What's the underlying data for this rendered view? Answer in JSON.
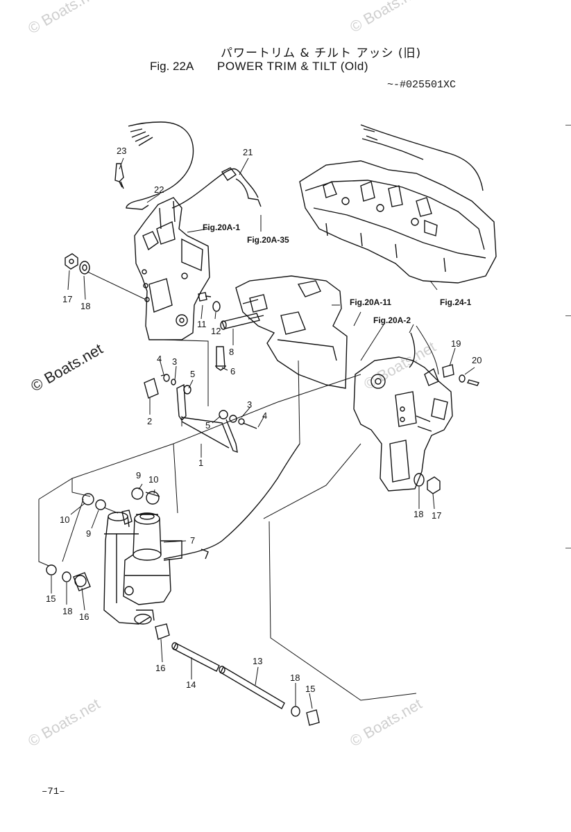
{
  "header": {
    "title_jp": "パワートリム & チルト アッシ (旧)",
    "fig_number": "Fig. 22A",
    "title_en": "POWER TRIM & TILT (Old)",
    "serial": "~-#025501XC"
  },
  "footer": {
    "page": "–71–"
  },
  "watermark": {
    "text": "© Boats.net"
  },
  "callouts": {
    "c1": "1",
    "c2": "2",
    "c3a": "3",
    "c3b": "3",
    "c4a": "4",
    "c4b": "4",
    "c5a": "5",
    "c5b": "5",
    "c6": "6",
    "c7": "7",
    "c8": "8",
    "c9a": "9",
    "c9b": "9",
    "c10a": "10",
    "c10b": "10",
    "c11": "11",
    "c12": "12",
    "c13": "13",
    "c14": "14",
    "c15a": "15",
    "c15b": "15",
    "c16a": "16",
    "c16b": "16",
    "c17a": "17",
    "c17b": "17",
    "c18a": "18",
    "c18b": "18",
    "c18c": "18",
    "c19": "19",
    "c20": "20",
    "c21": "21",
    "c22": "22",
    "c23": "23"
  },
  "references": {
    "fig20a1": "Fig.20A-1",
    "fig20a35": "Fig.20A-35",
    "fig20a11": "Fig.20A-11",
    "fig20a2": "Fig.20A-2",
    "fig241": "Fig.24-1"
  }
}
